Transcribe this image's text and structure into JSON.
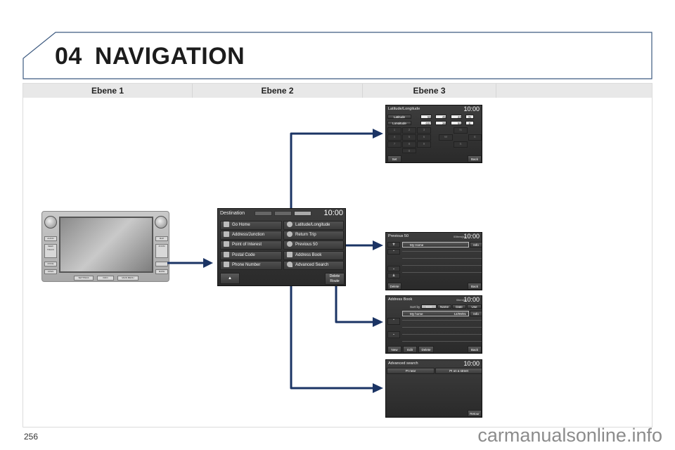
{
  "header": {
    "chapter_number": "04",
    "chapter_title": "NAVIGATION"
  },
  "table": {
    "columns": [
      {
        "label": "Ebene 1"
      },
      {
        "label": "Ebene 2"
      },
      {
        "label": "Ebene 3"
      }
    ]
  },
  "head_unit": {
    "left_buttons": [
      "PWR·VOL",
      "AUDIO",
      "SEEK TRACK",
      "MODE",
      "OPEN"
    ],
    "right_buttons": [
      "TUNE·SCROLL",
      "MAP",
      "ZOOM",
      "",
      "MAPE"
    ],
    "bottom_buttons": [
      "SETTINGS",
      "INFO",
      "MAIN MENU"
    ]
  },
  "destination_screen": {
    "title": "Destination",
    "time": "10:00",
    "left_items": [
      {
        "label": "Go Home",
        "icon": "home-icon"
      },
      {
        "label": "Address/Junction",
        "icon": "address-icon"
      },
      {
        "label": "Point of Interest",
        "icon": "poi-icon"
      },
      {
        "label": "Postal Code",
        "icon": "postal-icon"
      },
      {
        "label": "Phone Number",
        "icon": "phone-icon"
      }
    ],
    "right_items": [
      {
        "label": "Latitude/Longitude",
        "icon": "globe-icon"
      },
      {
        "label": "Return Trip",
        "icon": "return-icon"
      },
      {
        "label": "Previous 50",
        "icon": "history-icon"
      },
      {
        "label": "Address Book",
        "icon": "book-icon"
      },
      {
        "label": "Advanced Search",
        "icon": "search-icon"
      }
    ],
    "up_button": "▲",
    "delete_route": "Delete Route"
  },
  "latlong_screen": {
    "title": "Latitude/Longitude",
    "time": "10:00",
    "latitude_label": "Latitude",
    "latitude_values": [
      "55",
      "45",
      "22",
      "N"
    ],
    "longitude_label": "Longitude",
    "longitude_values": [
      "037",
      "36",
      "51",
      "E"
    ],
    "keypad": [
      "1",
      "2",
      "3",
      "4",
      "5",
      "6",
      "7",
      "8",
      "9",
      "0"
    ],
    "dir_keys": [
      "N",
      "W",
      "E",
      "S"
    ],
    "set": "Set",
    "back": "Back"
  },
  "previous_screen": {
    "title": "Previous 50",
    "count": "00item(s)",
    "time": "10:00",
    "entry": "My Home",
    "info": "Info",
    "delete": "Delete",
    "back": "Back"
  },
  "addressbook_screen": {
    "title": "Address Book",
    "count": "0item(s)",
    "time": "10:00",
    "sort_by": "Sort by",
    "sort_options": [
      "Icon",
      "Name",
      "Date",
      "Use"
    ],
    "entry": "My home",
    "entry_date": "12/09/01",
    "info": "Info",
    "new": "New",
    "edit": "Edit",
    "delete": "Delete",
    "back": "Back"
  },
  "advsearch_screen": {
    "title": "Advanced search",
    "time": "10:00",
    "option1": "PI near",
    "option2": "PI on a street",
    "back": "Retour"
  },
  "colors": {
    "arrow": "#1b3464",
    "banner_border": "#3d5a80",
    "header_bg": "#e8e8e8"
  },
  "footer": {
    "page_number": "256",
    "watermark": "carmanualsonline.info"
  }
}
